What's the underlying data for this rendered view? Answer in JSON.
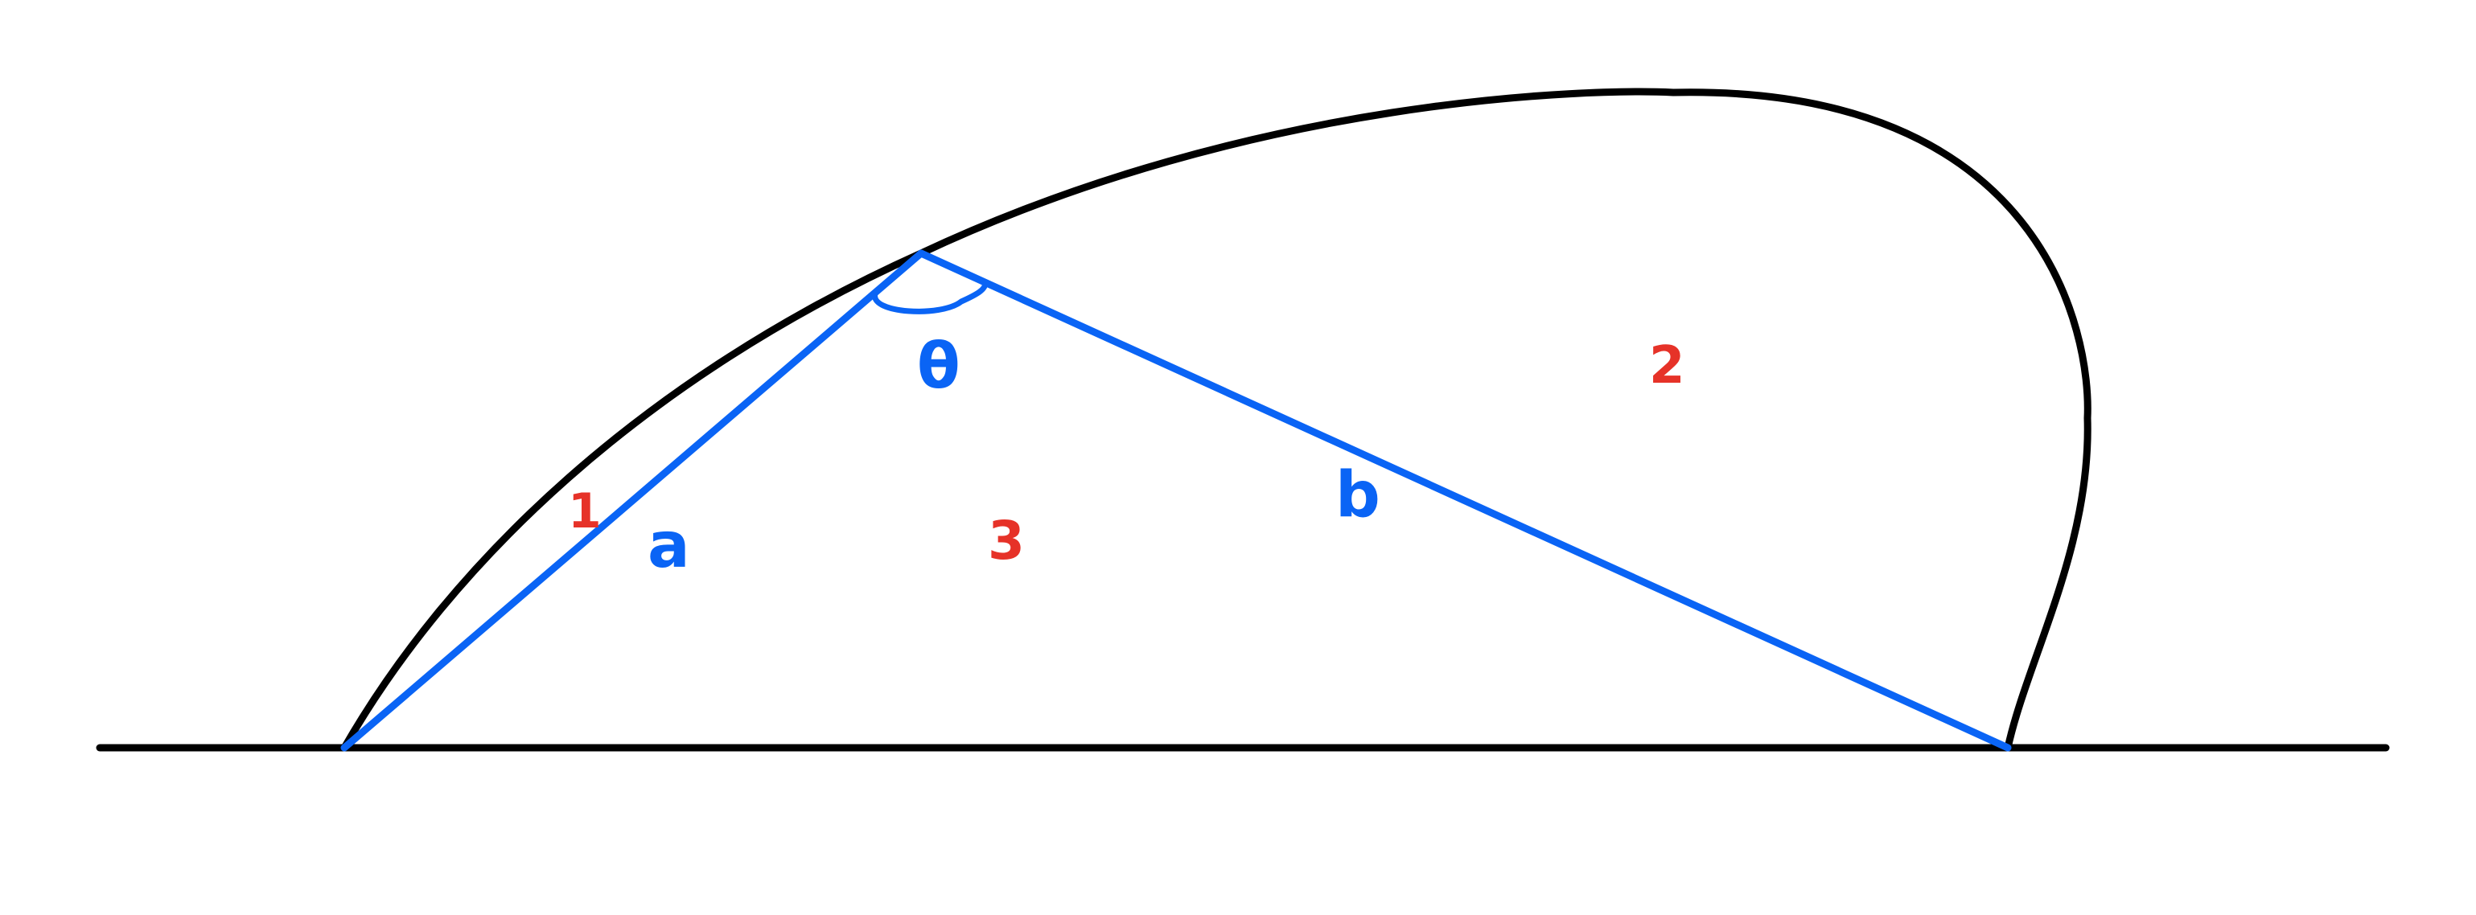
{
  "colors": {
    "background": "#ffffff",
    "outline": "#000000",
    "segments": "#0a64f5",
    "region_labels": "#e63228"
  },
  "diagram": {
    "segment_labels": {
      "a": "a",
      "b": "b",
      "angle": "θ"
    },
    "region_labels": {
      "r1": "1",
      "r2": "2",
      "r3": "3"
    }
  }
}
